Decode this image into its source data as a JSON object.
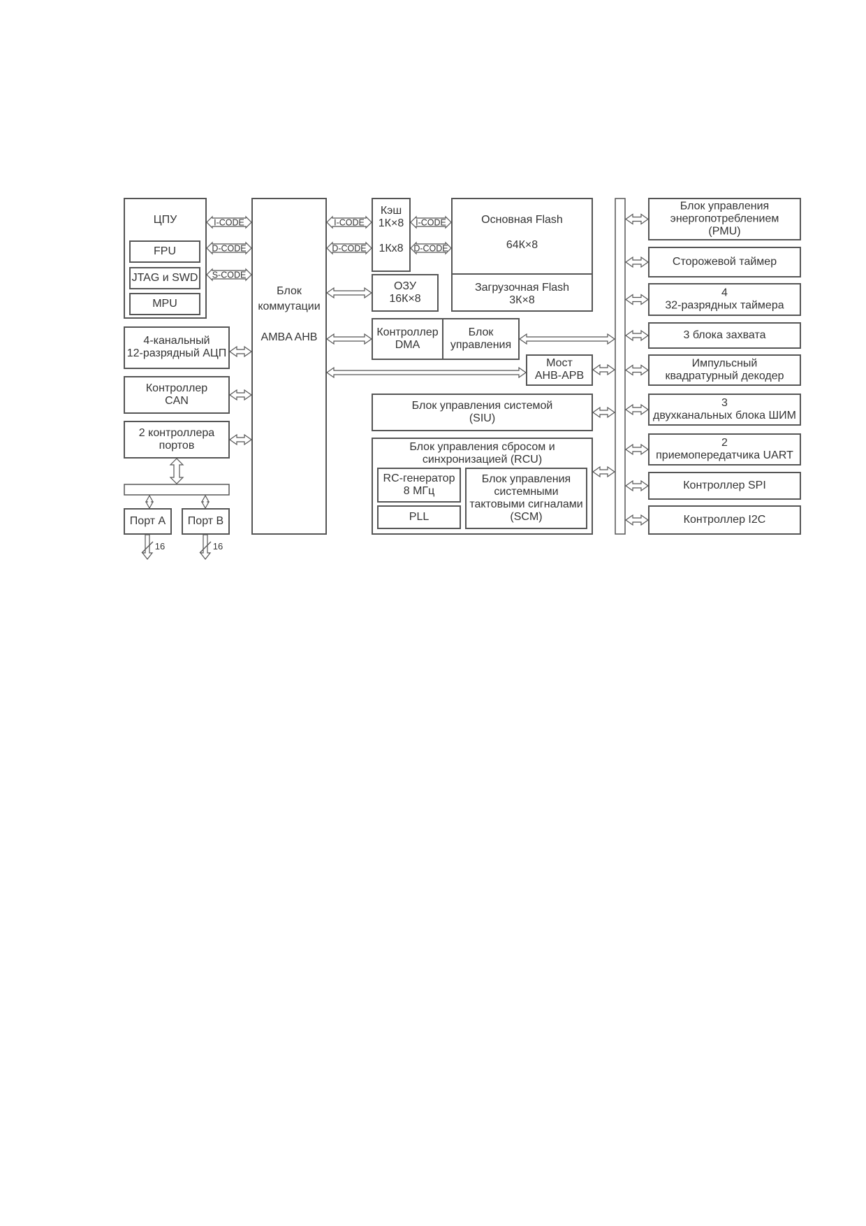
{
  "blocks": {
    "cpu": "ЦПУ",
    "fpu": "FPU",
    "jtag": "JTAG и SWD",
    "mpu": "MPU",
    "adc": [
      "4-канальный",
      "12-разрядный АЦП"
    ],
    "can": [
      "Контроллер",
      "CAN"
    ],
    "port_ctrl": [
      "2 контроллера",
      "портов"
    ],
    "port_a": "Порт A",
    "port_b": "Порт B",
    "port_width": "16",
    "ahb": [
      "Блок",
      "коммутации",
      "",
      "AMBA AHB"
    ],
    "cache": [
      "Кэш",
      "1К×8",
      "",
      "1Кх8"
    ],
    "main_flash": [
      "Основная Flash",
      "",
      "64К×8"
    ],
    "boot_flash": [
      "Загрузочная Flash",
      "3К×8"
    ],
    "ram": [
      "ОЗУ",
      "16К×8"
    ],
    "dma": [
      "Контроллер",
      "DMA"
    ],
    "dma_ctrl": [
      "Блок",
      "управления"
    ],
    "bridge": [
      "Мост",
      "AHB-APB"
    ],
    "siu": [
      "Блок управления системой",
      "(SIU)"
    ],
    "rcu": [
      "Блок управления сбросом и",
      "синхронизацией (RCU)"
    ],
    "rc_gen": [
      "RC-генератор",
      "8 МГц"
    ],
    "pll": "PLL",
    "scm": [
      "Блок управления",
      "системными",
      "тактовыми сигналами",
      "(SCM)"
    ]
  },
  "signals": {
    "icode": "I-CODE",
    "dcode": "D-CODE",
    "scode": "S-CODE"
  },
  "peripherals": [
    [
      "Блок управления",
      "энергопотреблением",
      "(PMU)"
    ],
    [
      "Сторожевой таймер"
    ],
    [
      "4",
      "32-разрядных таймера"
    ],
    [
      "3 блока захвата"
    ],
    [
      "Импульсный",
      "квадратурный декодер"
    ],
    [
      "3",
      "двухканальных блока ШИМ"
    ],
    [
      "2",
      "приемопередатчика UART"
    ],
    [
      "Контроллер SPI"
    ],
    [
      "Контроллер I2C"
    ]
  ]
}
